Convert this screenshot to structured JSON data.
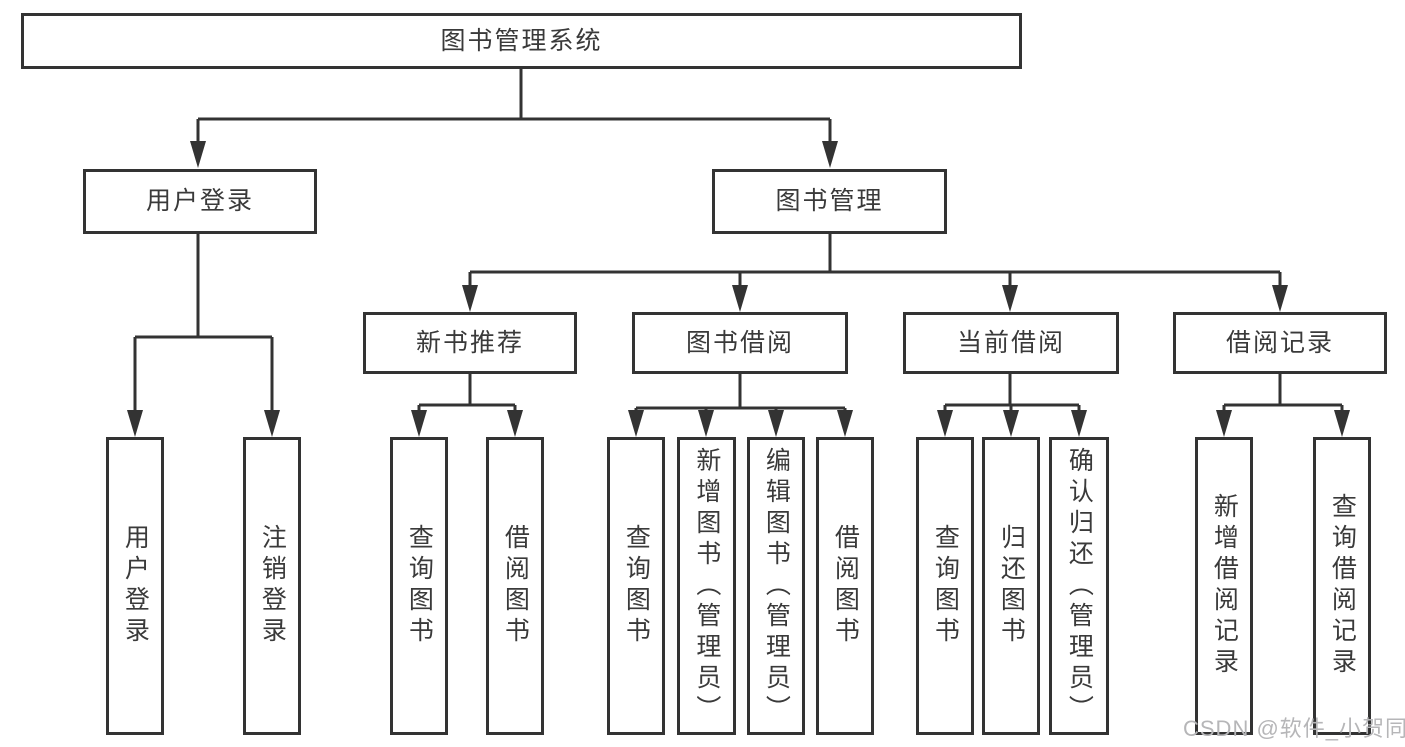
{
  "tree": {
    "root": {
      "label": "图书管理系统"
    },
    "children": [
      {
        "label": "用户登录",
        "children": [
          {
            "label": "用户登录"
          },
          {
            "label": "注销登录"
          }
        ]
      },
      {
        "label": "图书管理",
        "children": [
          {
            "label": "新书推荐",
            "children": [
              {
                "label": "查询图书"
              },
              {
                "label": "借阅图书"
              }
            ]
          },
          {
            "label": "图书借阅",
            "children": [
              {
                "label": "查询图书"
              },
              {
                "label": "新增图书（管理员）"
              },
              {
                "label": "编辑图书（管理员）"
              },
              {
                "label": "借阅图书"
              }
            ]
          },
          {
            "label": "当前借阅",
            "children": [
              {
                "label": "查询图书"
              },
              {
                "label": "归还图书"
              },
              {
                "label": "确认归还（管理员）"
              }
            ]
          },
          {
            "label": "借阅记录",
            "children": [
              {
                "label": "新增借阅记录"
              },
              {
                "label": "查询借阅记录"
              }
            ]
          }
        ]
      }
    ]
  },
  "watermark": {
    "text": "CSDN @软件_小贺同学"
  },
  "colors": {
    "line": "#333333",
    "node_text": "#3a3a3a",
    "node_background": "#ffffff",
    "page_background": "#ffffff",
    "watermark_text": "#b6b6b8"
  }
}
